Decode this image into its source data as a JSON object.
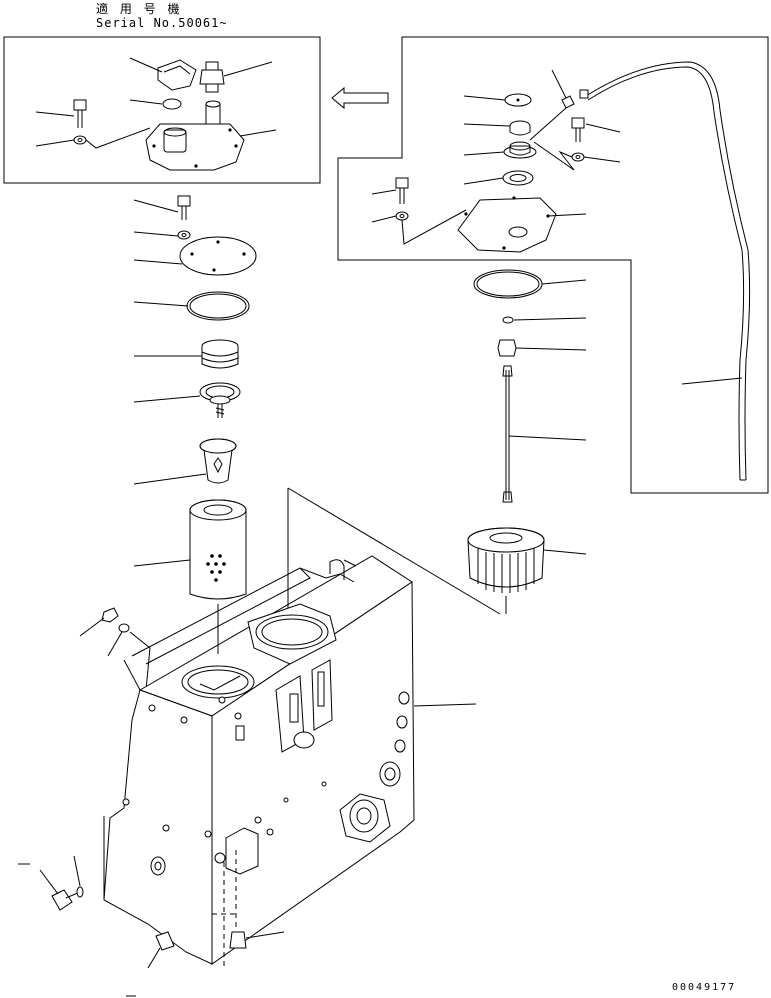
{
  "header": {
    "applicable_models": "適 用 号 機",
    "serial": "Serial No.50061~"
  },
  "figure_number": "00049177",
  "icons": {
    "inset_arrow": "left-arrow-icon"
  }
}
